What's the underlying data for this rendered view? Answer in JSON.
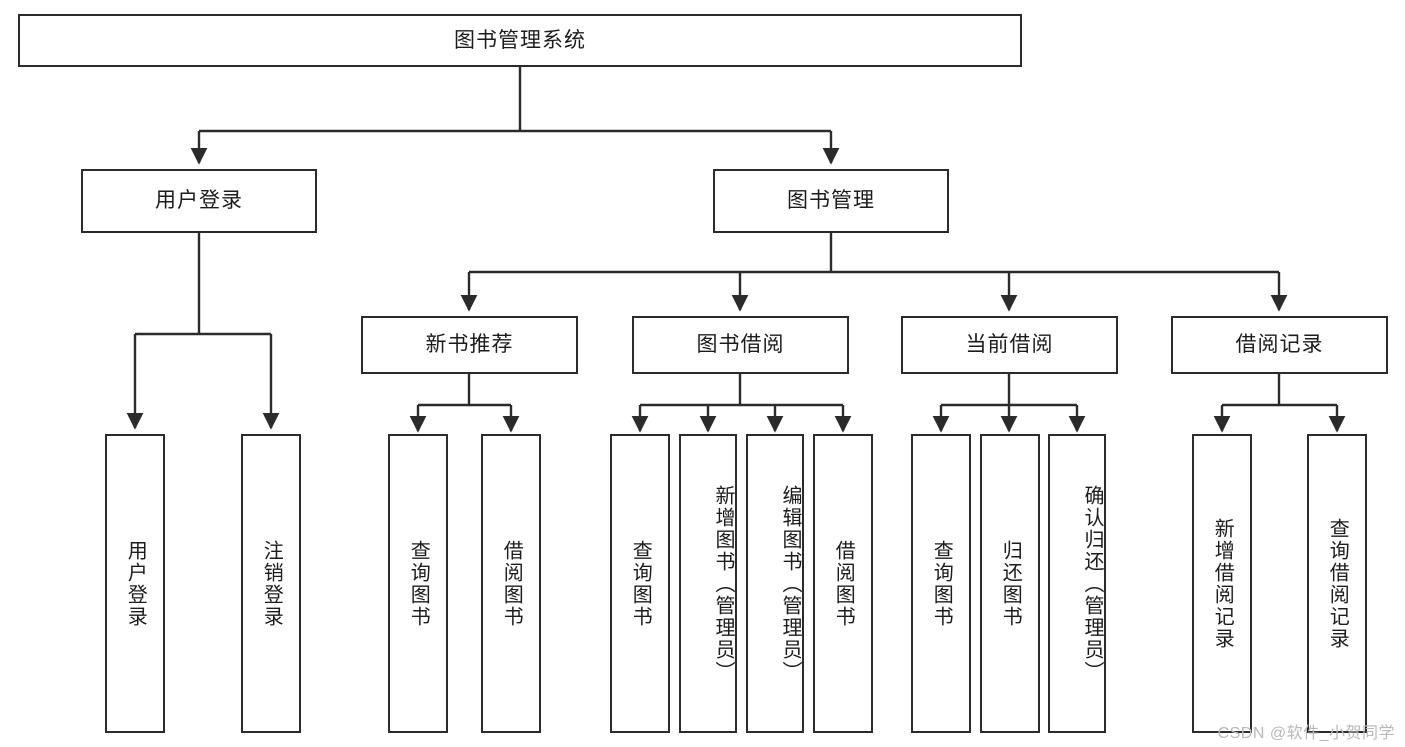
{
  "diagram": {
    "title": "图书管理系统",
    "type": "tree-hierarchy-diagram",
    "watermark": "CSDN @软件_小贺同学",
    "colors": {
      "background": "#ffffff",
      "box_border": "#2b2b2b",
      "box_fill": "#ffffff",
      "text": "#1c1c1c",
      "connector": "#2b2b2b",
      "watermark": "#b9b9b9"
    },
    "root": {
      "id": "root",
      "label": "图书管理系统"
    },
    "level2": [
      {
        "id": "user-login",
        "label": "用户登录"
      },
      {
        "id": "book-manage",
        "label": "图书管理"
      }
    ],
    "level3": [
      {
        "id": "new-book-recommend",
        "label": "新书推荐",
        "parent": "book-manage"
      },
      {
        "id": "book-borrow",
        "label": "图书借阅",
        "parent": "book-manage"
      },
      {
        "id": "current-borrow",
        "label": "当前借阅",
        "parent": "book-manage"
      },
      {
        "id": "borrow-record",
        "label": "借阅记录",
        "parent": "book-manage"
      }
    ],
    "leaves": [
      {
        "id": "leaf-user-login",
        "label": "用户登录",
        "parent": "user-login"
      },
      {
        "id": "leaf-logout-login",
        "label": "注销登录",
        "parent": "user-login"
      },
      {
        "id": "leaf-query-book-1",
        "label": "查询图书",
        "parent": "new-book-recommend"
      },
      {
        "id": "leaf-borrow-book-1",
        "label": "借阅图书",
        "parent": "new-book-recommend"
      },
      {
        "id": "leaf-query-book-2",
        "label": "查询图书",
        "parent": "book-borrow"
      },
      {
        "id": "leaf-add-book",
        "label": "新增图书（管理员）",
        "parent": "book-borrow"
      },
      {
        "id": "leaf-edit-book",
        "label": "编辑图书（管理员）",
        "parent": "book-borrow"
      },
      {
        "id": "leaf-borrow-book-2",
        "label": "借阅图书",
        "parent": "book-borrow"
      },
      {
        "id": "leaf-query-book-3",
        "label": "查询图书",
        "parent": "current-borrow"
      },
      {
        "id": "leaf-return-book",
        "label": "归还图书",
        "parent": "current-borrow"
      },
      {
        "id": "leaf-confirm-return",
        "label": "确认归还（管理员）",
        "parent": "current-borrow"
      },
      {
        "id": "leaf-add-record",
        "label": "新增借阅记录",
        "parent": "borrow-record"
      },
      {
        "id": "leaf-query-record",
        "label": "查询借阅记录",
        "parent": "borrow-record"
      }
    ]
  }
}
